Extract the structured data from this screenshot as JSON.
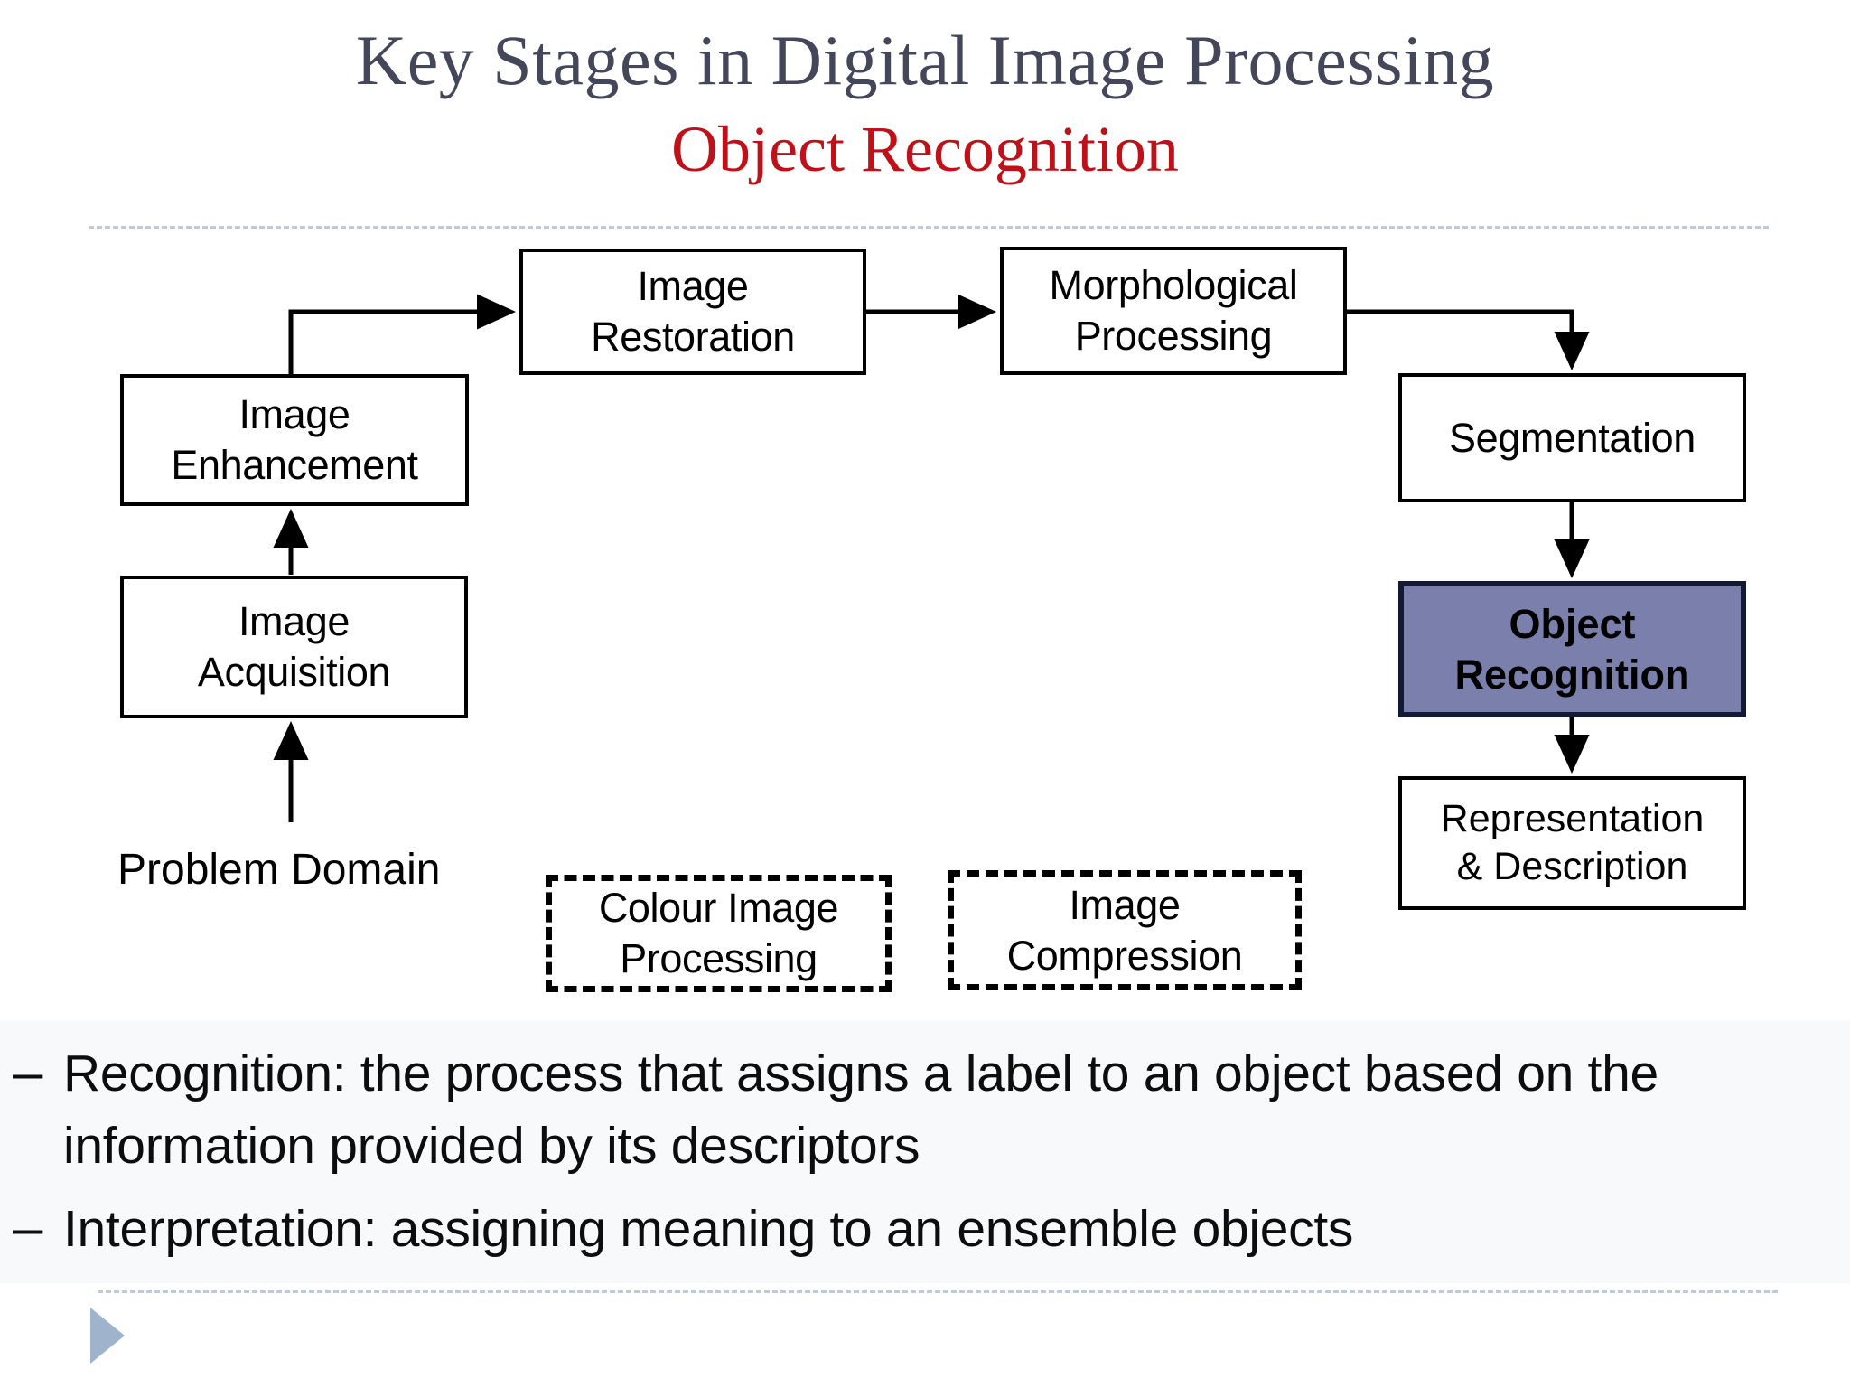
{
  "slide": {
    "title": "Key Stages in Digital Image Processing",
    "subtitle": "Object Recognition",
    "title_color": "#44465a",
    "subtitle_color": "#be1119",
    "body_background": "#f8f9fa",
    "divider_color": "#b9c4d4"
  },
  "diagram": {
    "highlight_fill": "#7a80ab",
    "highlight_border": "#131a36",
    "nodes": [
      {
        "id": "image-restoration",
        "label": "Image\nRestoration",
        "style": "solid"
      },
      {
        "id": "morphological",
        "label": "Morphological\nProcessing",
        "style": "solid"
      },
      {
        "id": "image-enhancement",
        "label": "Image\nEnhancement",
        "style": "solid"
      },
      {
        "id": "segmentation",
        "label": "Segmentation",
        "style": "solid"
      },
      {
        "id": "image-acquisition",
        "label": "Image\nAcquisition",
        "style": "solid"
      },
      {
        "id": "object-recognition",
        "label": "Object\nRecognition",
        "style": "highlight"
      },
      {
        "id": "representation",
        "label": "Representation\n& Description",
        "style": "solid"
      },
      {
        "id": "colour-image",
        "label": "Colour Image\nProcessing",
        "style": "dashed"
      },
      {
        "id": "image-compression",
        "label": "Image\nCompression",
        "style": "dashed"
      }
    ],
    "labels": {
      "problem_domain": "Problem Domain"
    },
    "edges": [
      {
        "from": "problem-domain",
        "to": "image-acquisition"
      },
      {
        "from": "image-acquisition",
        "to": "image-enhancement"
      },
      {
        "from": "image-enhancement",
        "to": "image-restoration"
      },
      {
        "from": "image-restoration",
        "to": "morphological"
      },
      {
        "from": "morphological",
        "to": "segmentation"
      },
      {
        "from": "segmentation",
        "to": "object-recognition"
      },
      {
        "from": "object-recognition",
        "to": "representation"
      }
    ]
  },
  "bullets": [
    {
      "marker": "–",
      "text": "Recognition: the process that assigns a label to an object based on the information provided by its descriptors"
    },
    {
      "marker": "–",
      "text": "Interpretation: assigning meaning to an ensemble objects"
    }
  ]
}
